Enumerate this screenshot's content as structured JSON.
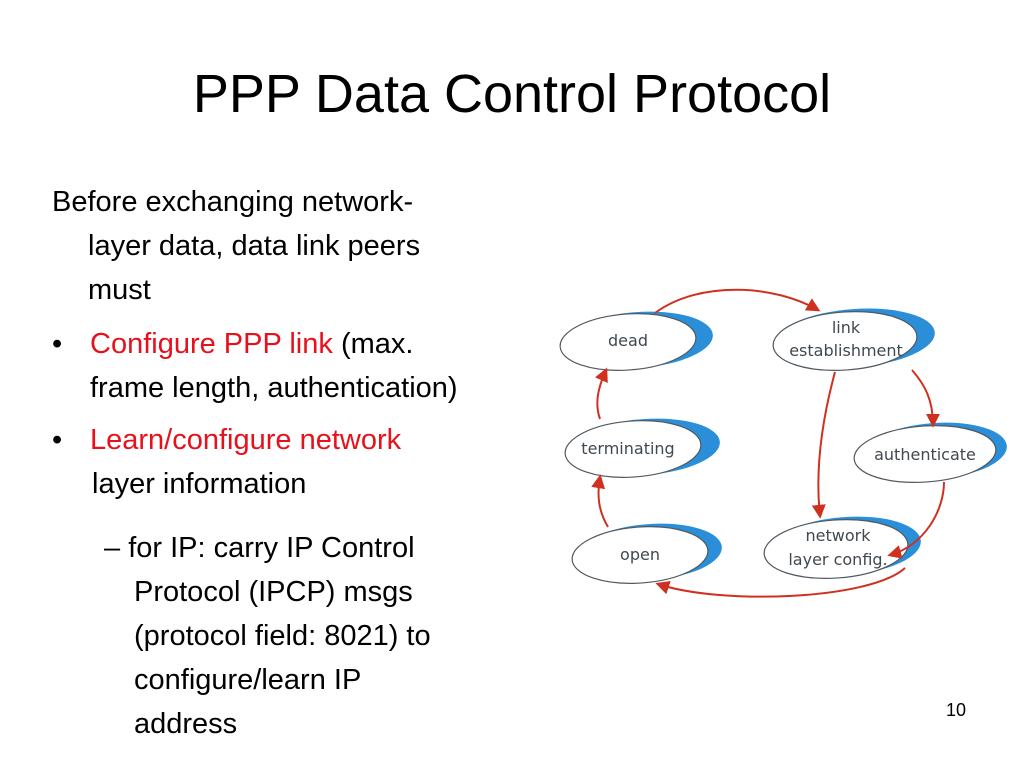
{
  "slide": {
    "title": "PPP Data Control Protocol",
    "page_number": "10"
  },
  "content": {
    "intro_lines": [
      "Before exchanging network-",
      "layer data, data link peers",
      "must"
    ],
    "bullet1_red": "Configure PPP link",
    "bullet1_black": "(max.",
    "bullet1_cont": "frame length, authentication)",
    "bullet2_red": "Learn/configure network",
    "bullet2_cont": "layer information",
    "sub_dash": "–",
    "sub_lines": [
      "for IP: carry IP Control",
      "Protocol (IPCP) msgs",
      "(protocol field: 8021) to",
      "configure/learn IP",
      "address"
    ]
  },
  "diagram": {
    "states": {
      "dead": "dead",
      "link_1": "link",
      "link_2": "establishment",
      "authenticate": "authenticate",
      "network_1": "network",
      "network_2": "layer  config.",
      "open": "open",
      "terminating": "terminating"
    },
    "colors": {
      "arrow": "#d03020",
      "shadow": "#2a8fd8",
      "outline": "#505860"
    }
  }
}
